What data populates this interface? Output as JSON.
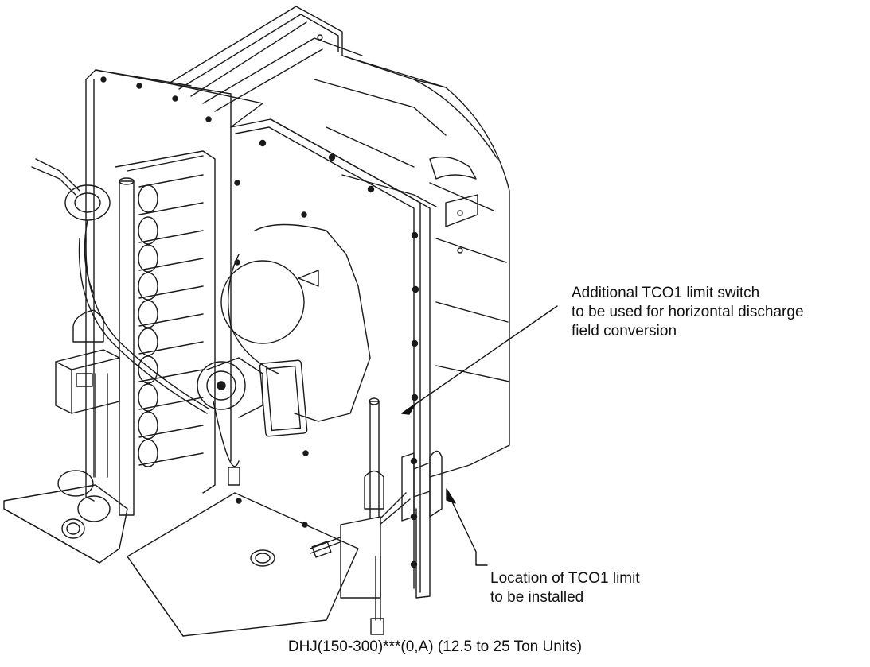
{
  "callouts": {
    "additional_tco1": {
      "lines": [
        "Additional TCO1 limit switch",
        "to be used for horizontal discharge",
        "field conversion"
      ]
    },
    "tco1_location": {
      "lines": [
        "Location of TCO1 limit",
        "to be installed"
      ]
    }
  },
  "caption": "DHJ(150-300)***(0,A) (12.5 to 25 Ton Units)"
}
